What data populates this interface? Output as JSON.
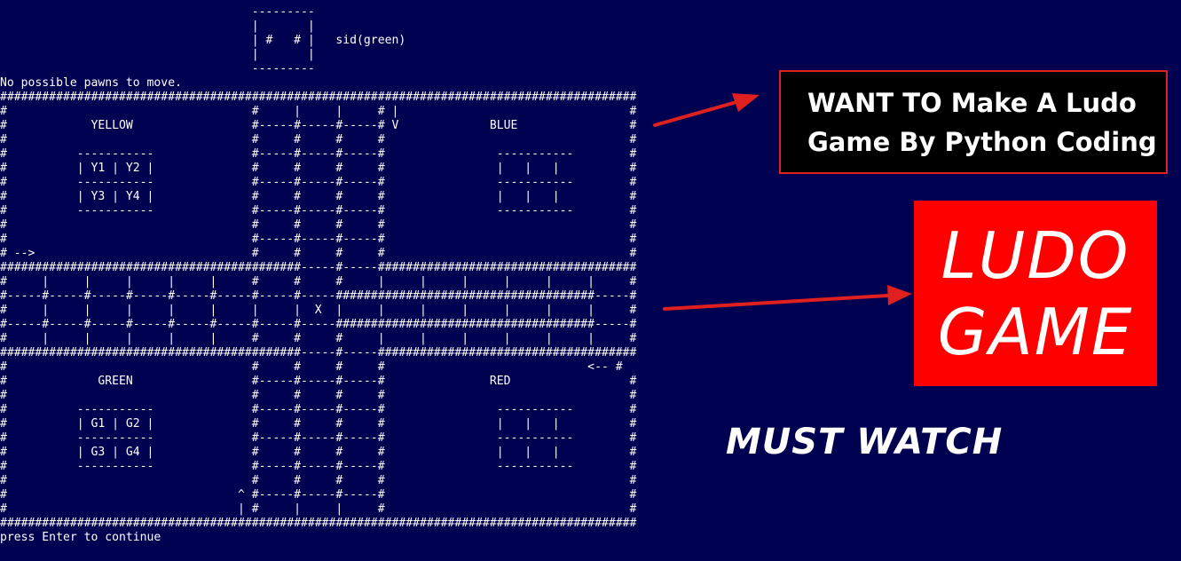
{
  "colors": {
    "background": "#000050",
    "console_text": "#ffffff",
    "arrow": "#e0201f",
    "promo_box_background": "#000000",
    "promo_box_border": "#e0201f",
    "logo_background": "#ff0000"
  },
  "console": {
    "lines": [
      "                                    ---------",
      "                                    |       |",
      "                                    | #   # |   sid(green)",
      "                                    |       |",
      "                                    ---------",
      "No possible pawns to move.",
      "###########################################################################################",
      "#                                   #     |     |     # |                                 #",
      "#            YELLOW                 #-----#-----#-----# V             BLUE                #",
      "#                                   #     #     #     #                                   #",
      "#          -----------              #-----#-----#-----#                -----------        #",
      "#          | Y1 | Y2 |              #     #     #     #                |   |   |          #",
      "#          -----------              #-----#-----#-----#                -----------        #",
      "#          | Y3 | Y4 |              #     #     #     #                |   |   |          #",
      "#          -----------              #-----#-----#-----#                -----------        #",
      "#                                   #     #     #     #                                   #",
      "#                                   #-----#-----#-----#                                   #",
      "# -->                               #     #     #     #                                   #",
      "###########################################-----#-----#####################################",
      "#     |     |     |     |     |     #     #     #     |     |     |     |     |     |     #",
      "#-----#-----#-----#-----#-----#-----#-----#-----#####################################-----#",
      "#     |     |     |     |     |     |     |  X  |     |     |     |     |     |     |     #",
      "#-----#-----#-----#-----#-----#-----#-----#-----#####################################-----#",
      "#     |     |     |     |     |     #     #     #     |     |     |     |     |     |     #",
      "###########################################-----#-----#####################################",
      "#                                   #     #     #     #                             <-- #",
      "#             GREEN                 #-----#-----#-----#               RED                 #",
      "#                                   #     #     #     #                                   #",
      "#          -----------              #-----#-----#-----#                -----------        #",
      "#          | G1 | G2 |              #     #     #     #                |   |   |          #",
      "#          -----------              #-----#-----#-----#                -----------        #",
      "#          | G3 | G4 |              #     #     #     #                |   |   |          #",
      "#          -----------              #-----#-----#-----#                -----------        #",
      "#                                   #     #     #     #                                   #",
      "#                                 ^ #-----#-----#-----#                                   #",
      "#                                 | #     |     |     #                                   #",
      "###########################################################################################",
      "press Enter to continue"
    ]
  },
  "overlay": {
    "promo_line_1": "WANT TO Make A Ludo",
    "promo_line_2": "Game By Python Coding",
    "logo_line_1": "LUDO",
    "logo_line_2": "GAME",
    "must_watch": "MUST WATCH"
  }
}
